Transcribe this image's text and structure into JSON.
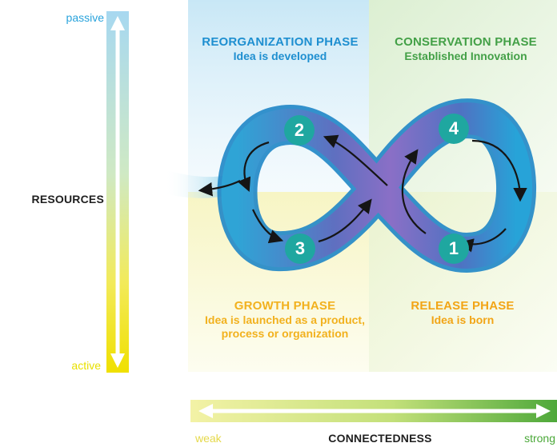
{
  "vertical_axis": {
    "top_label": "passive",
    "bottom_label": "active",
    "title": "RESOURCES"
  },
  "horizontal_axis": {
    "left_label": "weak",
    "right_label": "strong",
    "title": "CONNECTEDNESS"
  },
  "phases": {
    "reorganization": {
      "title": "REORGANIZATION PHASE",
      "subtitle": "Idea is developed",
      "number": "2"
    },
    "conservation": {
      "title": "CONSERVATION PHASE",
      "subtitle": "Established Innovation",
      "number": "4"
    },
    "growth": {
      "title": "GROWTH PHASE",
      "subtitle": "Idea is launched as a product, process or organization",
      "number": "3"
    },
    "release": {
      "title": "RELEASE PHASE",
      "subtitle": "Idea is born",
      "number": "1"
    }
  },
  "colors": {
    "passive_blue": "#29a3dc",
    "active_yellow": "#e8e000",
    "strong_green": "#4aa838",
    "reorganization_blue": "#1e8fd0",
    "conservation_green": "#43a047",
    "growth_orange": "#f2b11e",
    "release_orange": "#f2a516",
    "marker_teal": "#1fa7a0"
  }
}
